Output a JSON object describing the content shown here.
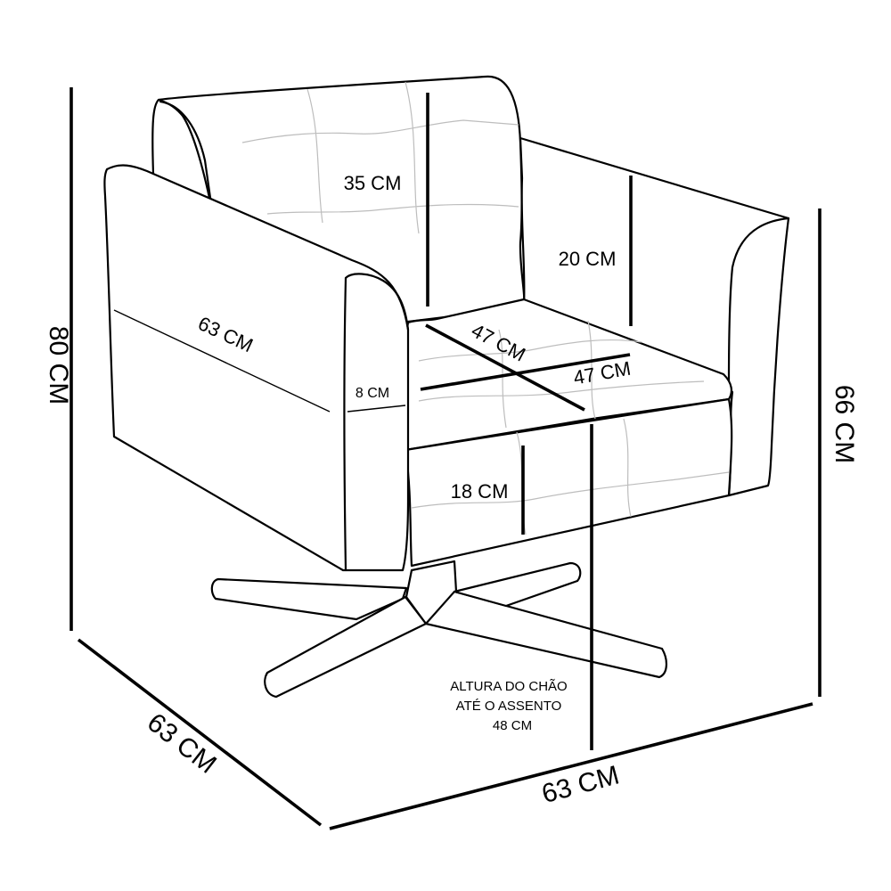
{
  "dimensions": {
    "total_height": "80 CM",
    "arm_height": "66 CM",
    "depth": "63 CM",
    "width": "63 CM",
    "arm_length": "63 CM",
    "arm_width": "8 CM",
    "backrest_height": "35 CM",
    "arm_above_seat": "20 CM",
    "seat_depth": "47 CM",
    "seat_width": "47 CM",
    "seat_thickness": "18 CM"
  },
  "floor_to_seat": {
    "line1": "ALTURA DO CHÃO",
    "line2": "ATÉ O ASSENTO",
    "line3": "48 CM"
  }
}
